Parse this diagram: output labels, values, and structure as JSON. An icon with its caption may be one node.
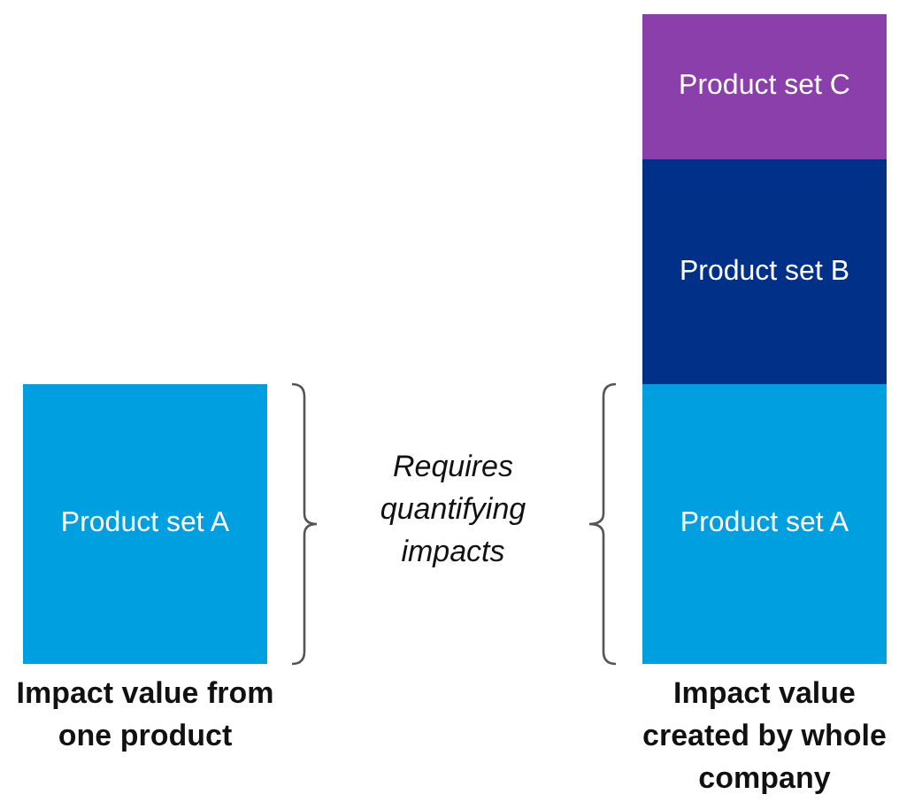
{
  "diagram": {
    "nodes": [
      {
        "text": [
          "Product set A"
        ]
      },
      {
        "text": [
          "Product set C"
        ]
      },
      {
        "text": [
          "Product set B"
        ]
      },
      {
        "text": [
          "Product set A"
        ]
      }
    ],
    "labels": [
      "Requires quantifying impacts",
      "Impact value from one product",
      "Impact value created by whole company"
    ]
  }
}
